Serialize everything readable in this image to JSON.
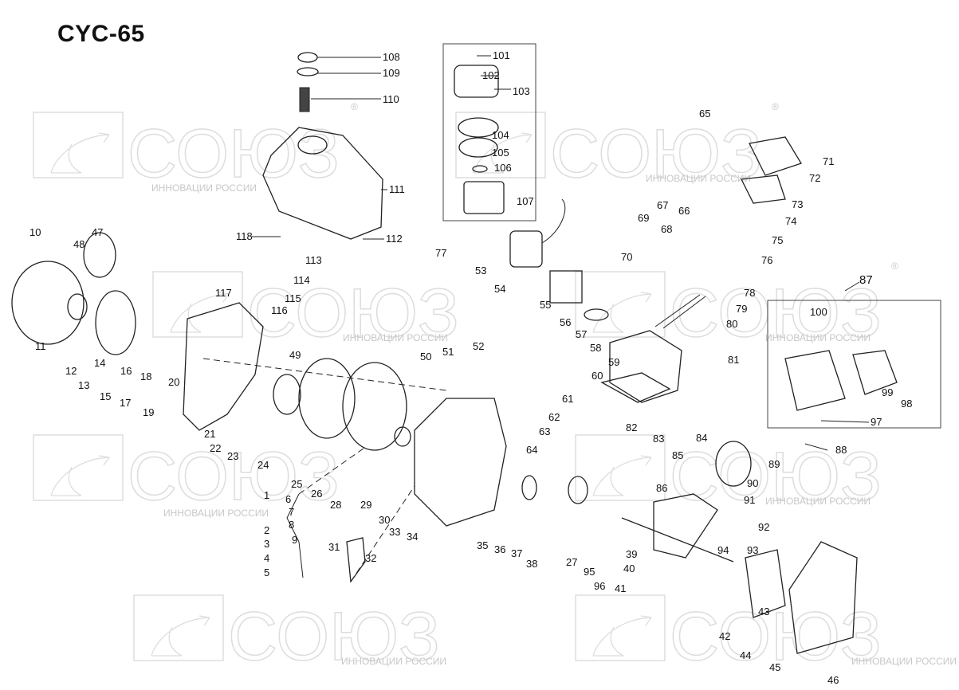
{
  "title": "CYC-65",
  "watermark": {
    "brand": "СОЮЗ",
    "tagline": "ИННОВАЦИИ РОССИИ",
    "registered": "®"
  },
  "labels": {
    "p1": "1",
    "p2": "2",
    "p3": "3",
    "p4": "4",
    "p5": "5",
    "p6": "6",
    "p7": "7",
    "p8": "8",
    "p9": "9",
    "p10": "10",
    "p11": "11",
    "p12": "12",
    "p13": "13",
    "p14": "14",
    "p15": "15",
    "p16": "16",
    "p17": "17",
    "p18": "18",
    "p19": "19",
    "p20": "20",
    "p21": "21",
    "p22": "22",
    "p23": "23",
    "p24": "24",
    "p25": "25",
    "p26": "26",
    "p27": "27",
    "p28": "28",
    "p29": "29",
    "p30": "30",
    "p31": "31",
    "p32": "32",
    "p33": "33",
    "p34": "34",
    "p35": "35",
    "p36": "36",
    "p37": "37",
    "p38": "38",
    "p39": "39",
    "p40": "40",
    "p41": "41",
    "p42": "42",
    "p43": "43",
    "p44": "44",
    "p45": "45",
    "p46": "46",
    "p47": "47",
    "p48": "48",
    "p49": "49",
    "p50": "50",
    "p51": "51",
    "p52": "52",
    "p53": "53",
    "p54": "54",
    "p55": "55",
    "p56": "56",
    "p57": "57",
    "p58": "58",
    "p59": "59",
    "p60": "60",
    "p61": "61",
    "p62": "62",
    "p63": "63",
    "p64": "64",
    "p65": "65",
    "p66": "66",
    "p67": "67",
    "p68": "68",
    "p69": "69",
    "p70": "70",
    "p71": "71",
    "p72": "72",
    "p73": "73",
    "p74": "74",
    "p75": "75",
    "p76": "76",
    "p77": "77",
    "p78": "78",
    "p79": "79",
    "p80": "80",
    "p81": "81",
    "p82": "82",
    "p83": "83",
    "p84": "84",
    "p85": "85",
    "p86": "86",
    "p87": "87",
    "p88": "88",
    "p89": "89",
    "p90": "90",
    "p91": "91",
    "p92": "92",
    "p93": "93",
    "p94": "94",
    "p95": "95",
    "p96": "96",
    "p97": "97",
    "p98": "98",
    "p99": "99",
    "p100": "100",
    "p101": "101",
    "p102": "102",
    "p103": "103",
    "p104": "104",
    "p105": "105",
    "p106": "106",
    "p107": "107",
    "p108": "108",
    "p109": "109",
    "p110": "110",
    "p111": "111",
    "p112": "112",
    "p113": "113",
    "p114": "114",
    "p115": "115",
    "p116": "116",
    "p117": "117",
    "p118": "118"
  }
}
